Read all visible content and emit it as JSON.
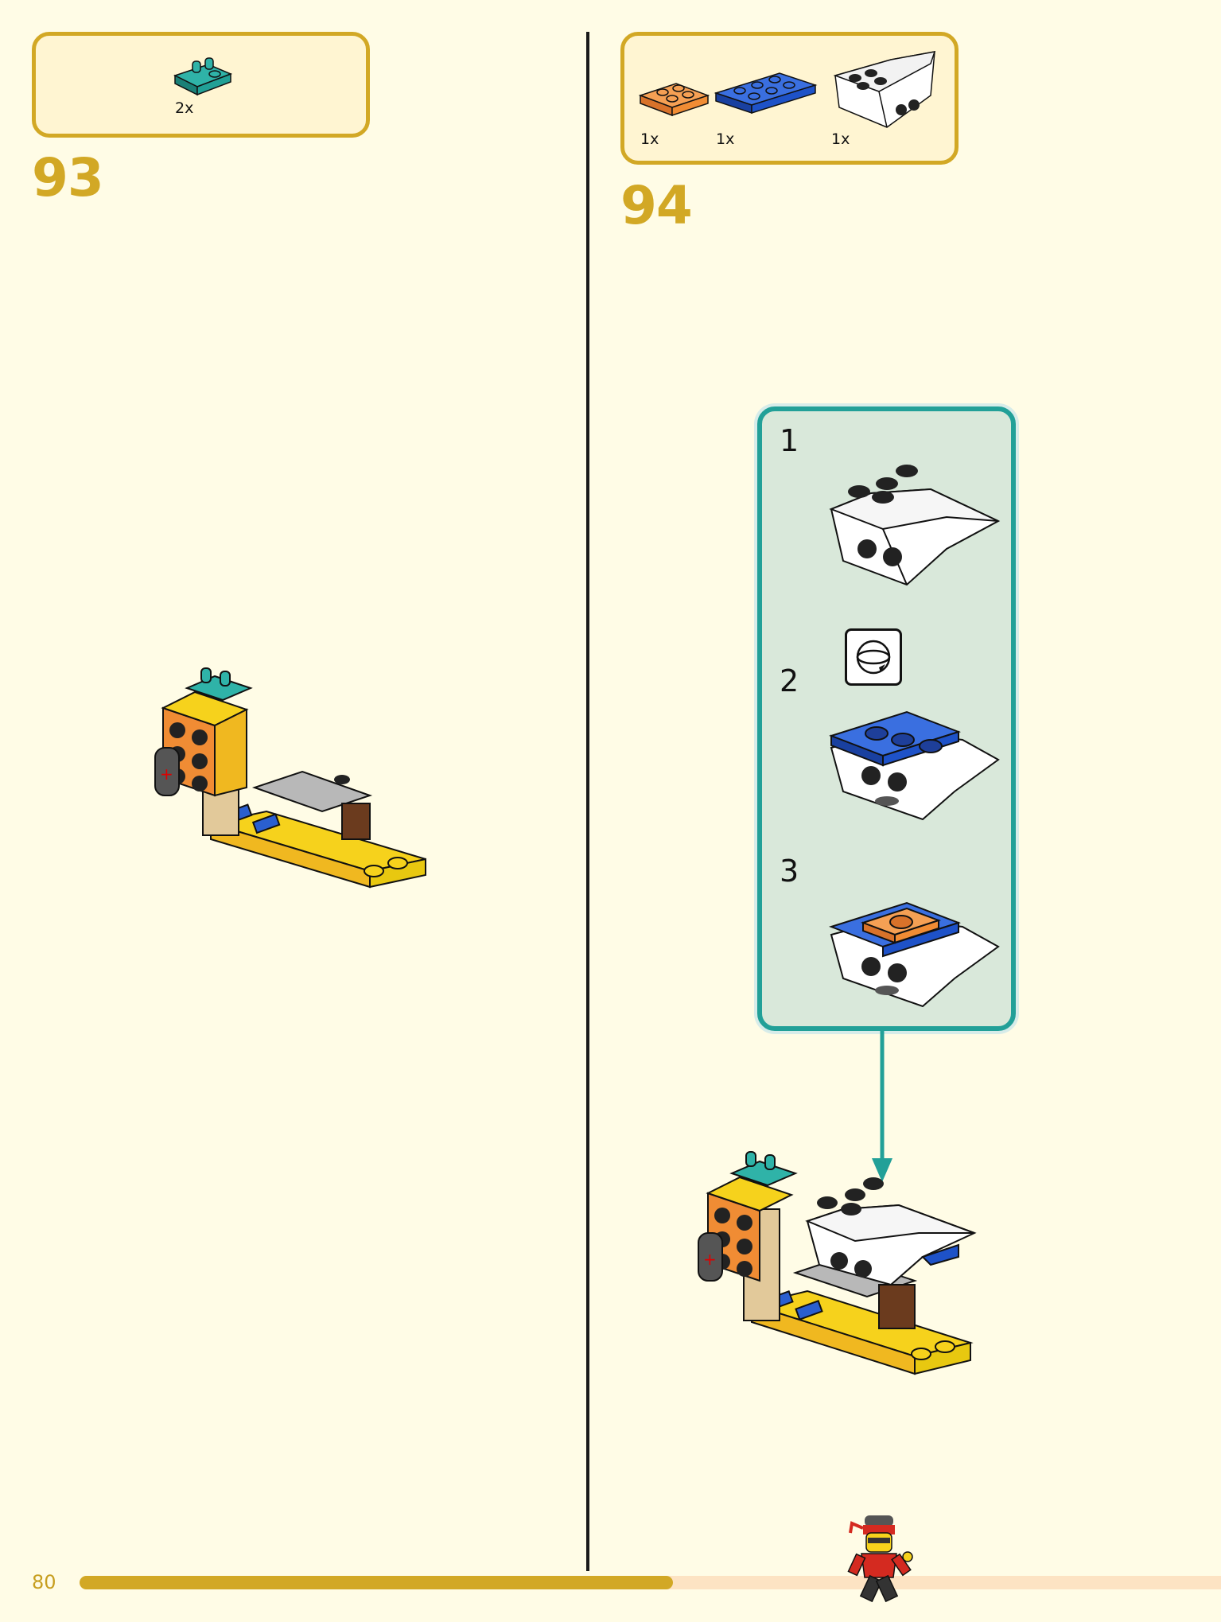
{
  "page": {
    "number": "80",
    "progress": 0.52,
    "accent_color": "#d2a825",
    "substep_color": "#22a098"
  },
  "step93": {
    "number": "93",
    "parts": [
      {
        "qty": "2x",
        "icon": "teal-clip-plate-icon",
        "color": "#21a096"
      }
    ]
  },
  "step94": {
    "number": "94",
    "parts": [
      {
        "qty": "1x",
        "icon": "orange-2x2-plate-icon",
        "color": "#f08c34"
      },
      {
        "qty": "1x",
        "icon": "blue-2x4-plate-icon",
        "color": "#1e52c8"
      },
      {
        "qty": "1x",
        "icon": "white-curved-wedge-icon",
        "color": "#ffffff"
      }
    ],
    "substeps": [
      {
        "number": "1"
      },
      {
        "number": "2",
        "icon": "rotate-model-icon"
      },
      {
        "number": "3"
      }
    ]
  }
}
